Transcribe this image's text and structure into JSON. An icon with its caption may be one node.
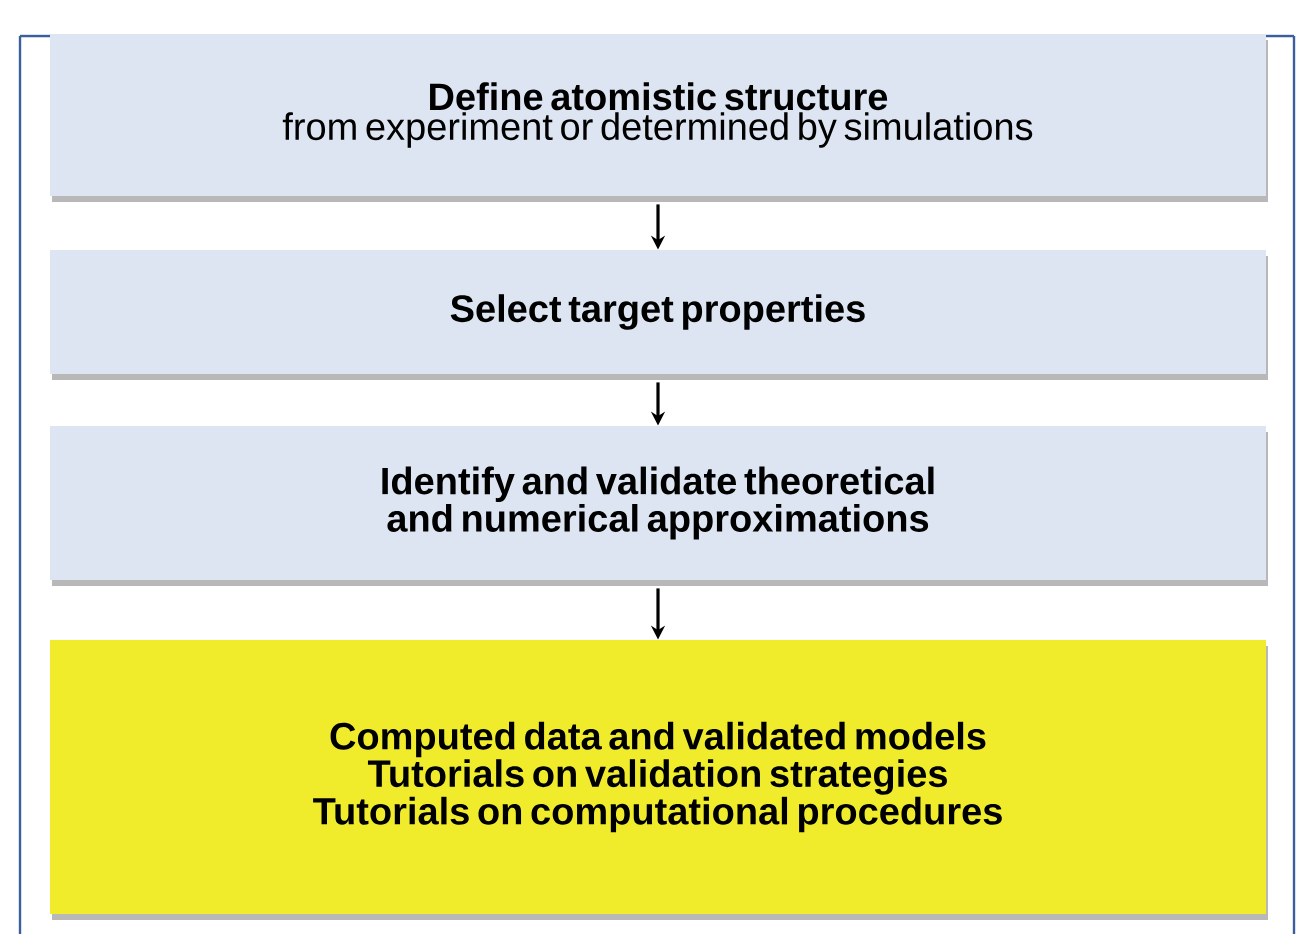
{
  "diagram": {
    "nodes": [
      {
        "text": [
          "Define atomistic structure",
          "from experiment or determined by simulations"
        ]
      },
      {
        "text": [
          "Select target properties"
        ]
      },
      {
        "text": [
          "Identify and validate theoretical and numerical approximations"
        ]
      },
      {
        "text": [
          "Computed data and validated models",
          "Tutorials on validation strategies",
          "Tutorials on computational procedures"
        ]
      }
    ],
    "edges": [
      {
        "from": 0,
        "to": 1,
        "arrow": "to"
      },
      {
        "from": 1,
        "to": 2,
        "arrow": "to"
      },
      {
        "from": 2,
        "to": 3,
        "arrow": "to"
      }
    ]
  }
}
